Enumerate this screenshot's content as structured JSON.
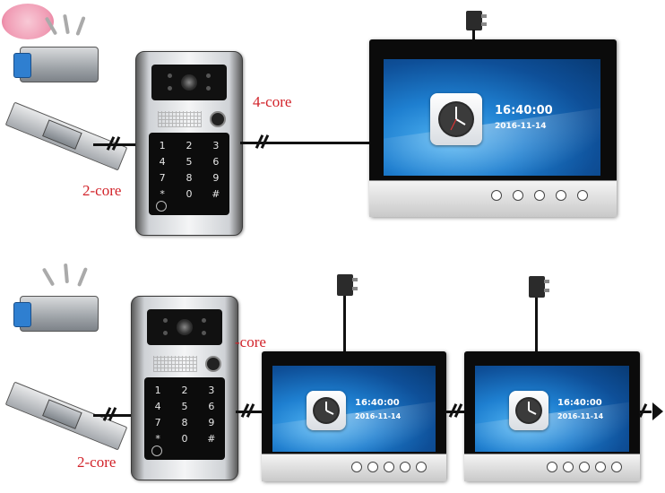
{
  "labels": {
    "top_keypad_link": "4-core",
    "top_lock_link": "2-core",
    "bottom_keypad_link": "-core",
    "bottom_lock_link": "2-core"
  },
  "monitor_screen": {
    "time": "16:40:00",
    "date": "2016-11-14"
  },
  "keypad_keys": [
    "1",
    "2",
    "3",
    "4",
    "5",
    "6",
    "7",
    "8",
    "9",
    "*",
    "0",
    "#"
  ],
  "wire_color": "#111111",
  "label_color": "#d2232a",
  "screen_color": "#1e7fd0"
}
